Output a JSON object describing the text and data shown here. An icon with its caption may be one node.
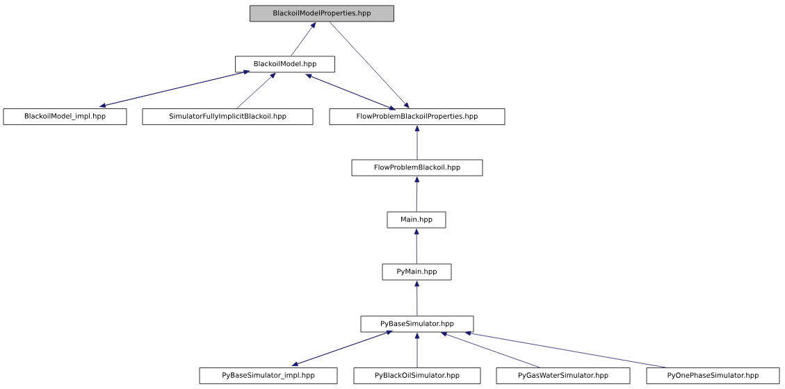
{
  "diagram": {
    "nodes": [
      {
        "text": [
          "BlackoilModelProperties.hpp"
        ]
      },
      {
        "text": [
          "BlackoilModel.hpp"
        ]
      },
      {
        "text": [
          "BlackoilModel_impl.hpp"
        ]
      },
      {
        "text": [
          "SimulatorFullyImplicitBlackoil.hpp"
        ]
      },
      {
        "text": [
          "FlowProblemBlackoilProperties.hpp"
        ]
      },
      {
        "text": [
          "FlowProblemBlackoil.hpp"
        ]
      },
      {
        "text": [
          "Main.hpp"
        ]
      },
      {
        "text": [
          "PyMain.hpp"
        ]
      },
      {
        "text": [
          "PyBaseSimulator.hpp"
        ]
      },
      {
        "text": [
          "PyBaseSimulator_impl.hpp"
        ]
      },
      {
        "text": [
          "PyBlackOilSimulator.hpp"
        ]
      },
      {
        "text": [
          "PyGasWaterSimulator.hpp"
        ]
      },
      {
        "text": [
          "PyOnePhaseSimulator.hpp"
        ]
      }
    ],
    "edges": [
      {
        "from": 1,
        "to": 0,
        "arrow": "to"
      },
      {
        "from": 0,
        "to": 4,
        "arrow": "to"
      },
      {
        "from": 2,
        "to": 1,
        "arrow": "to"
      },
      {
        "from": 1,
        "to": 2,
        "arrow": "to"
      },
      {
        "from": 3,
        "to": 1,
        "arrow": "to"
      },
      {
        "from": 4,
        "to": 1,
        "arrow": "to"
      },
      {
        "from": 1,
        "to": 4,
        "arrow": "to"
      },
      {
        "from": 5,
        "to": 4,
        "arrow": "to"
      },
      {
        "from": 6,
        "to": 5,
        "arrow": "to"
      },
      {
        "from": 7,
        "to": 6,
        "arrow": "to"
      },
      {
        "from": 8,
        "to": 7,
        "arrow": "to"
      },
      {
        "from": 9,
        "to": 8,
        "arrow": "to"
      },
      {
        "from": 8,
        "to": 9,
        "arrow": "to"
      },
      {
        "from": 10,
        "to": 8,
        "arrow": "to"
      },
      {
        "from": 11,
        "to": 8,
        "arrow": "to"
      },
      {
        "from": 12,
        "to": 8,
        "arrow": "to"
      }
    ]
  }
}
